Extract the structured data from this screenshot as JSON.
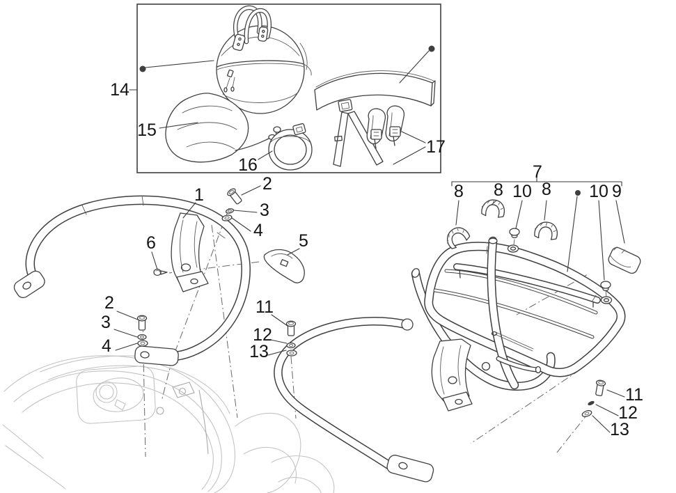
{
  "diagram": {
    "type": "parts-diagram",
    "background": "#ffffff",
    "line_color": "#3f3f3f",
    "body_line_color": "#c3c3c3",
    "label_color": "#141414",
    "callouts": [
      {
        "label": "14"
      },
      {
        "label": "15"
      },
      {
        "label": "16"
      },
      {
        "label": "17"
      },
      {
        "label": "1"
      },
      {
        "label": "2"
      },
      {
        "label": "3"
      },
      {
        "label": "4"
      },
      {
        "label": "5"
      },
      {
        "label": "6"
      },
      {
        "label": "2"
      },
      {
        "label": "3"
      },
      {
        "label": "4"
      },
      {
        "label": "11"
      },
      {
        "label": "12"
      },
      {
        "label": "13"
      },
      {
        "label": "7"
      },
      {
        "label": "8"
      },
      {
        "label": "8"
      },
      {
        "label": "10"
      },
      {
        "label": "8"
      },
      {
        "label": "10"
      },
      {
        "label": "9"
      },
      {
        "label": "11"
      },
      {
        "label": "12"
      },
      {
        "label": "13"
      }
    ]
  }
}
